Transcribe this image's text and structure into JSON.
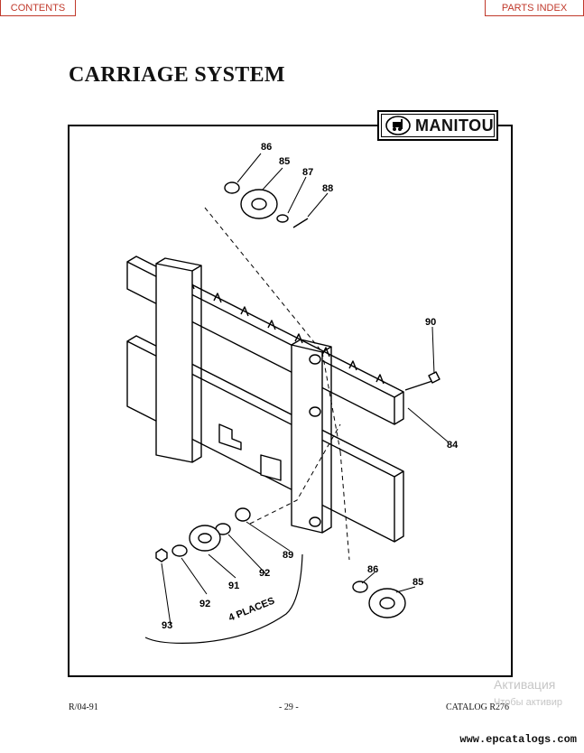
{
  "nav": {
    "contents_label": "CONTENTS",
    "parts_index_label": "PARTS INDEX"
  },
  "page": {
    "title": "CARRIAGE SYSTEM"
  },
  "logo": {
    "text": "MANITOU"
  },
  "diagram": {
    "callouts": {
      "c86a": "86",
      "c85a": "85",
      "c87": "87",
      "c88": "88",
      "c90": "90",
      "c84": "84",
      "c89": "89",
      "c92a": "92",
      "c91": "91",
      "c92b": "92",
      "c93": "93",
      "c86b": "86",
      "c85b": "85"
    },
    "note": "4 PLACES"
  },
  "footer": {
    "left": "R/04-91",
    "center": "- 29 -",
    "right": "CATALOG R276"
  },
  "watermark": {
    "line1": "Активация",
    "line2": "Чтобы активир"
  },
  "site": {
    "url": "www.epcatalogs.com"
  }
}
